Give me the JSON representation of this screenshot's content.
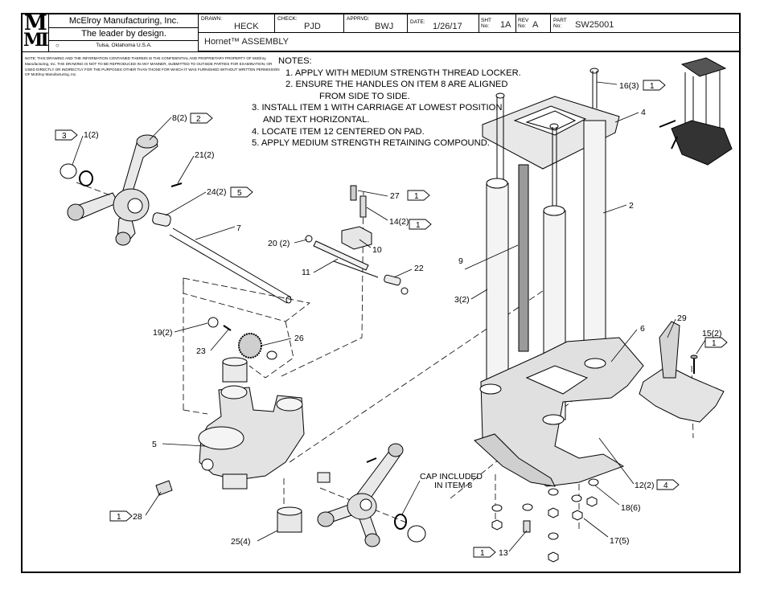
{
  "titleblock": {
    "logo_top": "M",
    "logo_bottom": "MI",
    "company": "McElroy Manufacturing, Inc.",
    "tagline": "The leader by design.",
    "location": "Tulsa, Oklahoma U.S.A.",
    "drawn_label": "DRAWN:",
    "drawn_value": "HECK",
    "check_label": "CHECK:",
    "check_value": "PJD",
    "apprvd_label": "APPRVD:",
    "apprvd_value": "BWJ",
    "date_label": "DATE:",
    "date_value": "1/26/17",
    "sht_label": "SHT No:",
    "sht_value": "1A",
    "rev_label": "REV No:",
    "rev_value": "A",
    "part_label": "PART No:",
    "part_value": "SW25001",
    "title": "Hornet™ ASSEMBLY"
  },
  "proprietary_notice": "NOTE: THIS DRAWING AND THE INFORMATION CONTAINED THEREIN IS THE CONFIDENTIAL AND PROPRIETARY PROPERTY OF McElroy Manufacturing, Inc. THE DRAWING IS NOT TO BE REPRODUCED IN ANY MANNER, SUBMITTED TO OUTSIDE PARTIES FOR EXAMINATION, OR USED DIRECTLY OR INDIRECTLY FOR THE PURPOSES OTHER THAN THOSE FOR WHICH IT WAS FURNISHED WITHOUT WRITTEN PERMISSION OF McElroy Manufacturing, Inc.",
  "notes": {
    "heading": "NOTES:",
    "lines": [
      "1. APPLY WITH MEDIUM STRENGTH THREAD LOCKER.",
      "2. ENSURE THE HANDLES ON ITEM 8 ARE ALIGNED",
      "FROM SIDE TO SIDE.",
      "3. INSTALL ITEM 1 WITH CARRIAGE AT LOWEST POSITION",
      "AND TEXT HORIZONTAL.",
      "4. LOCATE ITEM 12 CENTERED ON PAD.",
      "5. APPLY MEDIUM STRENGTH RETAINING COMPOUND."
    ]
  },
  "callouts": {
    "c1": "1(2)",
    "c2": "2",
    "c3_2": "3(2)",
    "c4": "4",
    "c5": "5",
    "c6": "6",
    "c7": "7",
    "c8": "8(2)",
    "c9": "9",
    "c10": "10",
    "c11": "11",
    "c12": "12(2)",
    "c13": "13",
    "c14": "14(2)",
    "c15": "15(2)",
    "c16": "16(3)",
    "c17": "17(5)",
    "c18": "18(6)",
    "c19": "19(2)",
    "c20": "20 (2)",
    "c21": "21(2)",
    "c22": "22",
    "c23": "23",
    "c24": "24(2)",
    "c25": "25(4)",
    "c26": "26",
    "c27": "27",
    "c28": "28",
    "c29": "29",
    "cap_line1": "CAP INCLUDED",
    "cap_line2": "IN ITEM 8"
  },
  "note_flags": {
    "f3": "3",
    "f2": "2",
    "f5": "5",
    "f1a": "1",
    "f1b": "1",
    "f1c": "1",
    "f1d": "1",
    "f4": "4",
    "f1e": "1",
    "f1f": "1"
  }
}
